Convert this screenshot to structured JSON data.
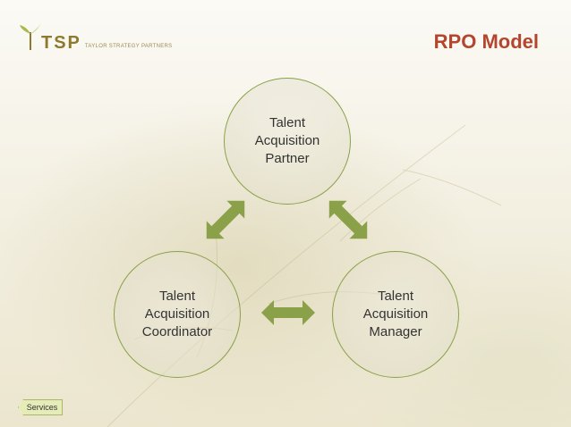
{
  "logo": {
    "mark": "TSP",
    "subtitle": "TAYLOR STRATEGY PARTNERS"
  },
  "title": "RPO Model",
  "nodes": {
    "top": "Talent\nAcquisition\nPartner",
    "left": "Talent\nAcquisition\nCoordinator",
    "right": "Talent\nAcquisition\nManager"
  },
  "nav": {
    "services_label": "Services"
  },
  "colors": {
    "accent": "#8aa14a",
    "title": "#b4452f"
  }
}
